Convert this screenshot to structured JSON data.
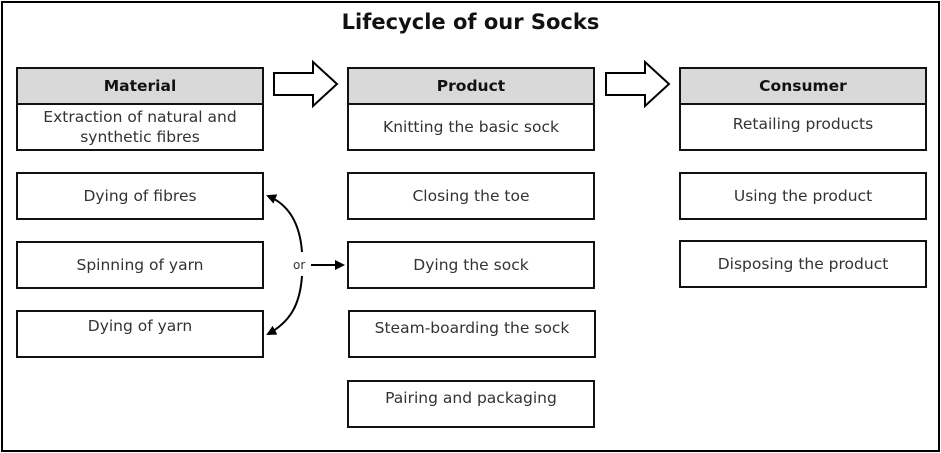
{
  "title": "Lifecycle of our Socks",
  "columns": [
    {
      "header": "Material",
      "first_step": "Extraction of natural and synthetic fibres",
      "steps": [
        "Dying of fibres",
        "Spinning of yarn",
        "Dying of yarn"
      ]
    },
    {
      "header": "Product",
      "first_step": "Knitting the basic sock",
      "steps": [
        "Closing the toe",
        "Dying the sock",
        "Steam-boarding the sock",
        "Pairing and packaging"
      ]
    },
    {
      "header": "Consumer",
      "first_step": "Retailing products",
      "steps": [
        "Using the product",
        "Disposing the product"
      ]
    }
  ],
  "connector_label": "or"
}
